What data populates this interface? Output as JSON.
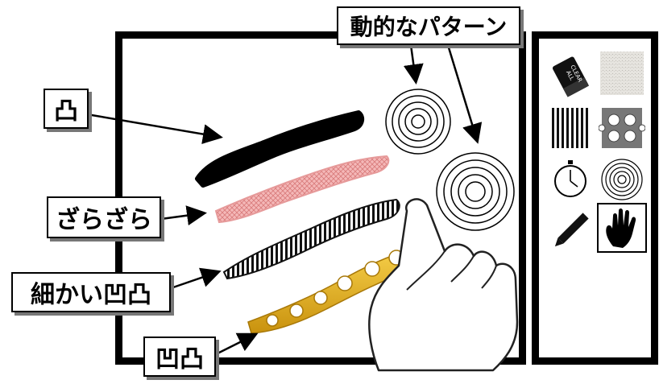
{
  "labels": {
    "convex": "凸",
    "rough": "ざらざら",
    "fine_bumps": "細かい凹凸",
    "bumps": "凹凸",
    "dynamic_pattern": "動的なパターン"
  },
  "toolbar": {
    "clear_all_label": "CLEAR ALL",
    "tools": [
      {
        "name": "clear-all",
        "icon": "eraser-icon"
      },
      {
        "name": "rough-texture",
        "icon": "rough-texture-icon"
      },
      {
        "name": "stripes-texture",
        "icon": "stripes-icon"
      },
      {
        "name": "holes-texture",
        "icon": "holes-icon"
      },
      {
        "name": "timer",
        "icon": "stopwatch-icon"
      },
      {
        "name": "dynamic-pattern",
        "icon": "concentric-circles-icon"
      },
      {
        "name": "pen",
        "icon": "pen-icon"
      },
      {
        "name": "hand",
        "icon": "hand-icon",
        "selected": true
      }
    ]
  },
  "colors": {
    "stroke_black": "#000000",
    "stroke_pink": "#f0a8a8",
    "stroke_gold": "#e8b420",
    "label_shadow": "#777777"
  }
}
